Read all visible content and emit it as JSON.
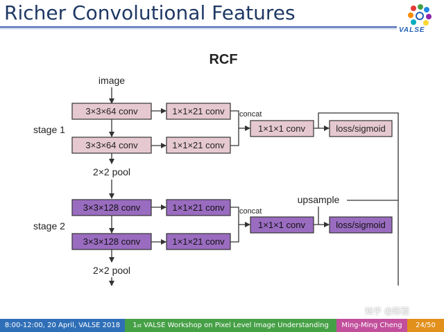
{
  "slide": {
    "title": "Richer Convolutional Features",
    "logo_text": "VALSE"
  },
  "diagram": {
    "heading": "RCF",
    "input_label": "image",
    "stages": [
      {
        "label": "stage 1",
        "conv_labels": [
          "3×3×64 conv",
          "3×3×64 conv"
        ],
        "side_conv_labels": [
          "1×1×21 conv",
          "1×1×21 conv"
        ],
        "concat_label": "concat",
        "fuse_label": "1×1×1 conv",
        "loss_label": "loss/sigmoid",
        "pool_label": "2×2 pool"
      },
      {
        "label": "stage 2",
        "conv_labels": [
          "3×3×128 conv",
          "3×3×128 conv"
        ],
        "side_conv_labels": [
          "1×1×21 conv",
          "1×1×21 conv"
        ],
        "concat_label": "concat",
        "fuse_label": "1×1×1 conv",
        "loss_label": "loss/sigmoid",
        "pool_label": "2×2 pool",
        "upsample_label": "upsample"
      }
    ],
    "colors": {
      "stage1_fill": "#e6c9d0",
      "stage2_fill": "#9a6cc0",
      "stroke": "#333333"
    }
  },
  "footer": {
    "time_place": "8:00-12:00, 20 April, VALSE 2018",
    "workshop_sup": "st",
    "workshop_num": "1",
    "workshop_rest": " VALSE Workshop on Pixel Level Image Understanding",
    "presenter": "Ming-Ming Cheng",
    "page": "24/50"
  },
  "watermark": "知乎 @陈程"
}
